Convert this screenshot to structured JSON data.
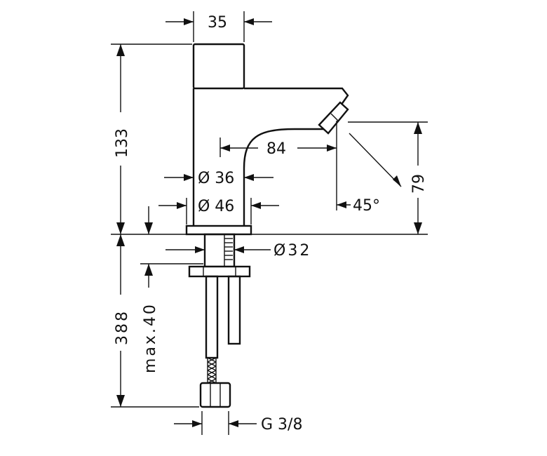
{
  "dimensions": {
    "top_width": "35",
    "total_height": "133",
    "spout_reach": "84",
    "diameter_36": "Ø 36",
    "diameter_46": "Ø 46",
    "spout_height": "79",
    "angle": "45°",
    "shank_diameter": "Ø32",
    "below_deck_length": "388",
    "max_deck": "max.40",
    "connection": "G 3/8"
  }
}
